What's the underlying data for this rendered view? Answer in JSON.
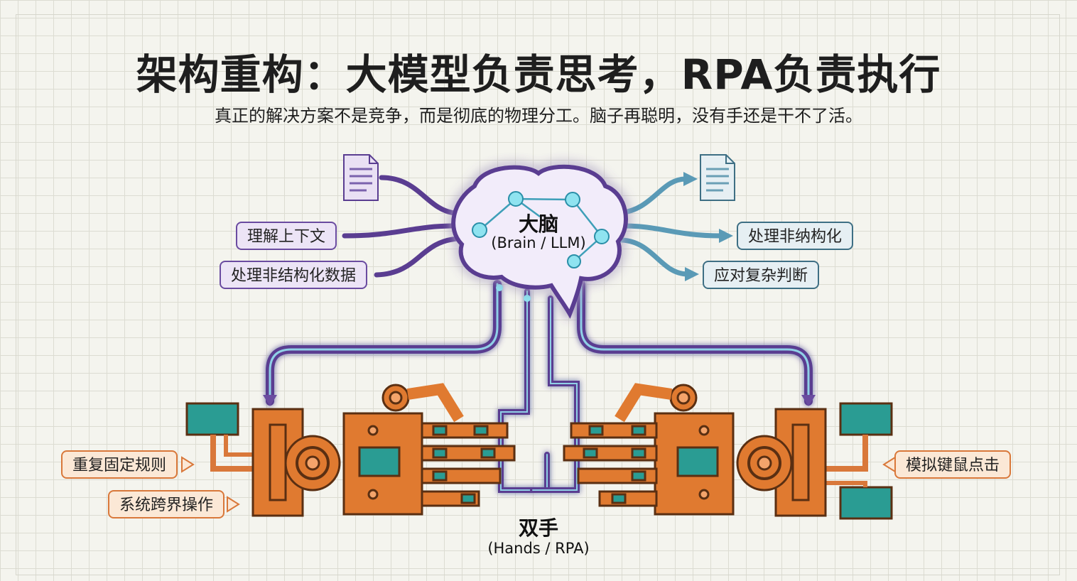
{
  "title": "架构重构：大模型负责思考，RPA负责执行",
  "subtitle": "真正的解决方案不是竞争，而是彻底的物理分工。脑子再聪明，没有手还是干不了活。",
  "brain": {
    "name": "大脑",
    "sub": "(Brain / LLM)"
  },
  "hands": {
    "name": "双手",
    "sub": "(Hands / RPA)"
  },
  "inputs": [
    "理解上下文",
    "处理非结构化数据"
  ],
  "outputs": [
    "处理非纳构化",
    "应对复杂判断"
  ],
  "left_hand_tags": [
    "重复固定规则",
    "系统跨界操作"
  ],
  "right_hand_tags": [
    "模拟键鼠点击"
  ],
  "icons": [
    "document-icon",
    "document-icon",
    "brain-icon",
    "gear-icon",
    "robot-hand-icon"
  ],
  "colors": {
    "purple": "#6a4ba0",
    "blue": "#5ea4c4",
    "orange": "#d9783a",
    "teal": "#2a9c93",
    "accent_glow": "#8fe3f0"
  }
}
